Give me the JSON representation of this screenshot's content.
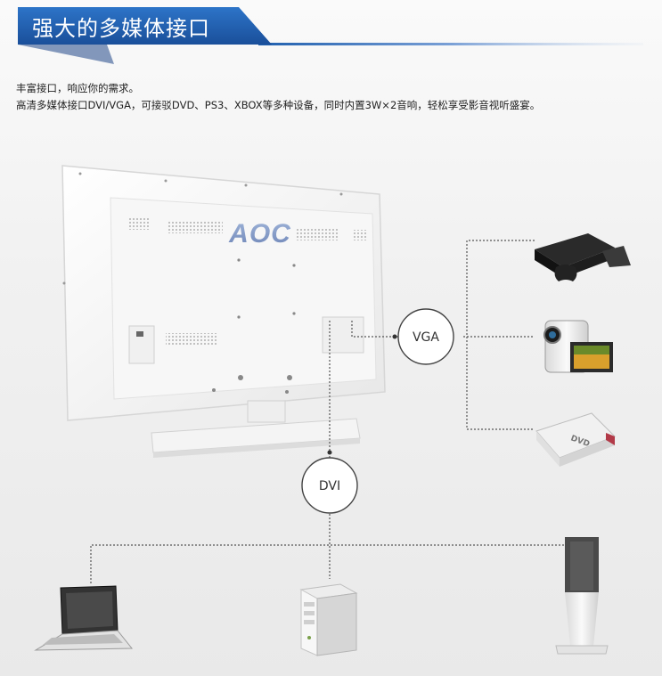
{
  "header": {
    "title": "强大的多媒体接口"
  },
  "intro": {
    "line1": "丰富接口，响应你的需求。",
    "line2": "高清多媒体接口DVI/VGA，可接驳DVD、PS3、XBOX等多种设备，同时内置3W×2音响，轻松享受影音视听盛宴。"
  },
  "monitor": {
    "brand": "AOC"
  },
  "ports": {
    "vga": "VGA",
    "dvi": "DVI"
  },
  "devices": {
    "vga": [
      "game-console-icon",
      "camcorder-icon",
      "dvd-player-icon"
    ],
    "dvi": [
      "laptop-icon",
      "desktop-pc-icon",
      "speaker-tower-icon"
    ]
  },
  "colors": {
    "banner": "#1f5fae",
    "accent": "#3f73c4"
  }
}
